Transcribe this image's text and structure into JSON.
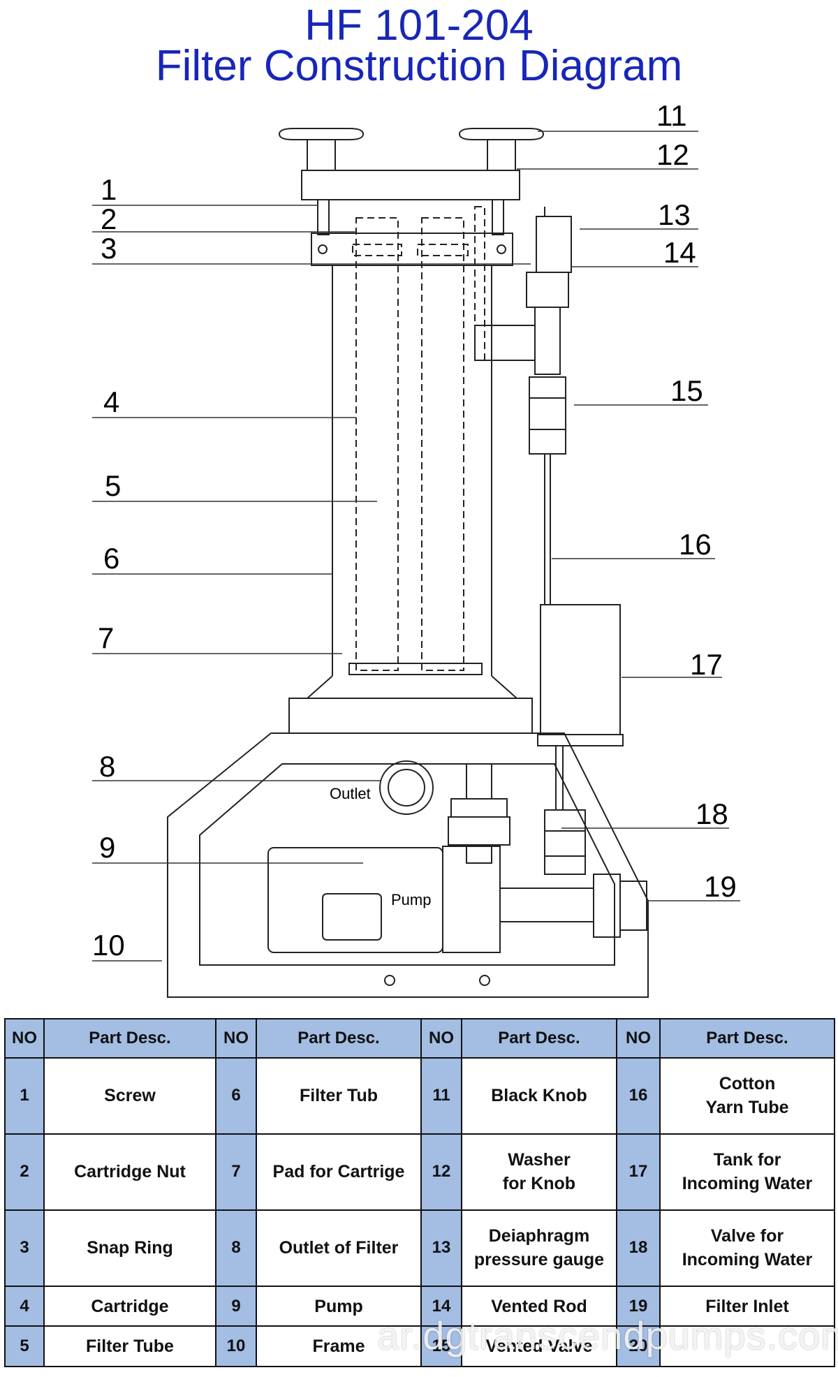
{
  "title": {
    "line1": "HF 101-204",
    "line2": "Filter Construction Diagram"
  },
  "diagram": {
    "callouts": [
      "1",
      "2",
      "3",
      "4",
      "5",
      "6",
      "7",
      "8",
      "9",
      "10",
      "11",
      "12",
      "13",
      "14",
      "15",
      "16",
      "17",
      "18",
      "19"
    ],
    "labels": {
      "outlet": "Outlet",
      "pump": "Pump"
    }
  },
  "table": {
    "headers": [
      "NO",
      "Part Desc.",
      "NO",
      "Part Desc.",
      "NO",
      "Part Desc.",
      "NO",
      "Part Desc."
    ],
    "rows": [
      [
        {
          "no": "1",
          "desc": "Screw"
        },
        {
          "no": "6",
          "desc": "Filter Tub"
        },
        {
          "no": "11",
          "desc": "Black Knob"
        },
        {
          "no": "16",
          "desc": "Cotton\nYarn Tube"
        }
      ],
      [
        {
          "no": "2",
          "desc": "Cartridge Nut"
        },
        {
          "no": "7",
          "desc": "Pad for Cartrige"
        },
        {
          "no": "12",
          "desc": "Washer\nfor Knob"
        },
        {
          "no": "17",
          "desc": "Tank for\nIncoming Water"
        }
      ],
      [
        {
          "no": "3",
          "desc": "Snap Ring"
        },
        {
          "no": "8",
          "desc": "Outlet of Filter"
        },
        {
          "no": "13",
          "desc": "Deiaphragm\npressure gauge"
        },
        {
          "no": "18",
          "desc": "Valve for\nIncoming Water"
        }
      ],
      [
        {
          "no": "4",
          "desc": "Cartridge"
        },
        {
          "no": "9",
          "desc": "Pump"
        },
        {
          "no": "14",
          "desc": "Vented Rod"
        },
        {
          "no": "19",
          "desc": "Filter Inlet"
        }
      ],
      [
        {
          "no": "5",
          "desc": "Filter Tube"
        },
        {
          "no": "10",
          "desc": "Frame"
        },
        {
          "no": "15",
          "desc": "Vented Valve"
        },
        {
          "no": "20",
          "desc": ""
        }
      ]
    ]
  },
  "watermark": "ar.dgtranscendpumps.com",
  "colors": {
    "title": "#1826b8",
    "header_bg": "#a3bde3"
  }
}
